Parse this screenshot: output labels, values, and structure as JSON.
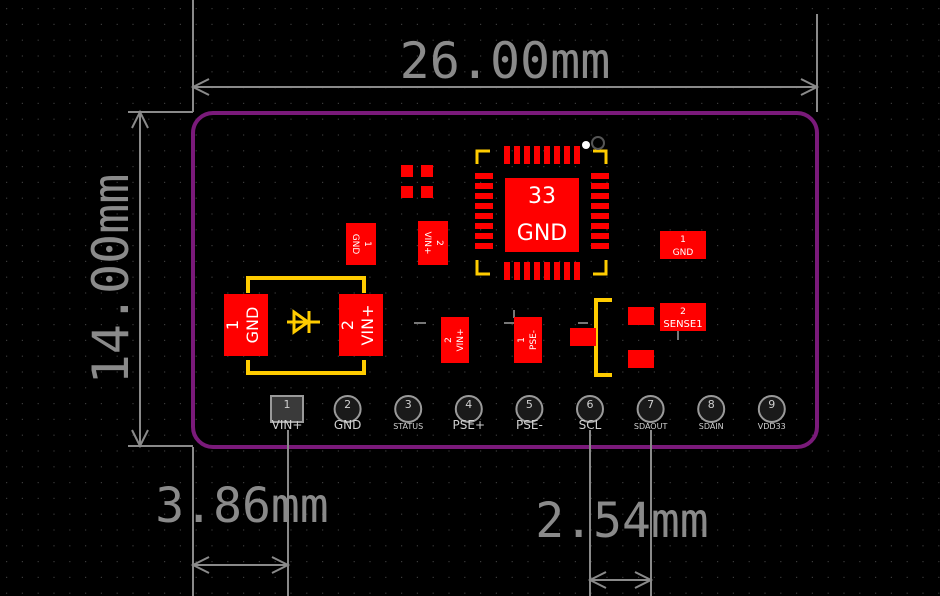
{
  "colors": {
    "background": "#000000",
    "grid_dot": "#3a3a3a",
    "dimension": "#8a8a8a",
    "outline": "#7a1a7a",
    "pad": "#ff0000",
    "silkscreen": "#ffcc00",
    "pad_text": "#ffffff",
    "pin_text": "#d0d0d0",
    "pin_ring": "#9a9a9a",
    "via": "#555555"
  },
  "dimensions": {
    "width": "26.00mm",
    "height": "14.00mm",
    "pin1_offset": "3.86mm",
    "pin_pitch": "2.54mm"
  },
  "ic": {
    "pin_number": "33",
    "net": "GND"
  },
  "components": {
    "diode": {
      "pad1_num": "1",
      "pad1_net": "GND",
      "pad2_num": "2",
      "pad2_net": "VIN+"
    },
    "cap_gnd_small": {
      "num": "1",
      "net": "GND"
    },
    "cap_vin_small": {
      "num": "2",
      "net": "VIN+"
    },
    "pad_vin_mid": {
      "num": "2",
      "net": "VIN+"
    },
    "pad_pse_minus": {
      "num": "1",
      "net": "PSE-"
    },
    "pad_gnd_right": {
      "num": "1",
      "net": "GND"
    },
    "pad_sense": {
      "num": "2",
      "net": "SENSE1"
    }
  },
  "header_pins": [
    {
      "num": "1",
      "label": "VIN+"
    },
    {
      "num": "2",
      "label": "GND"
    },
    {
      "num": "3",
      "label": "STATUS"
    },
    {
      "num": "4",
      "label": "PSE+"
    },
    {
      "num": "5",
      "label": "PSE-"
    },
    {
      "num": "6",
      "label": "SCL"
    },
    {
      "num": "7",
      "label": "SDAOUT"
    },
    {
      "num": "8",
      "label": "SDAIN"
    },
    {
      "num": "9",
      "label": "VDD33"
    }
  ]
}
